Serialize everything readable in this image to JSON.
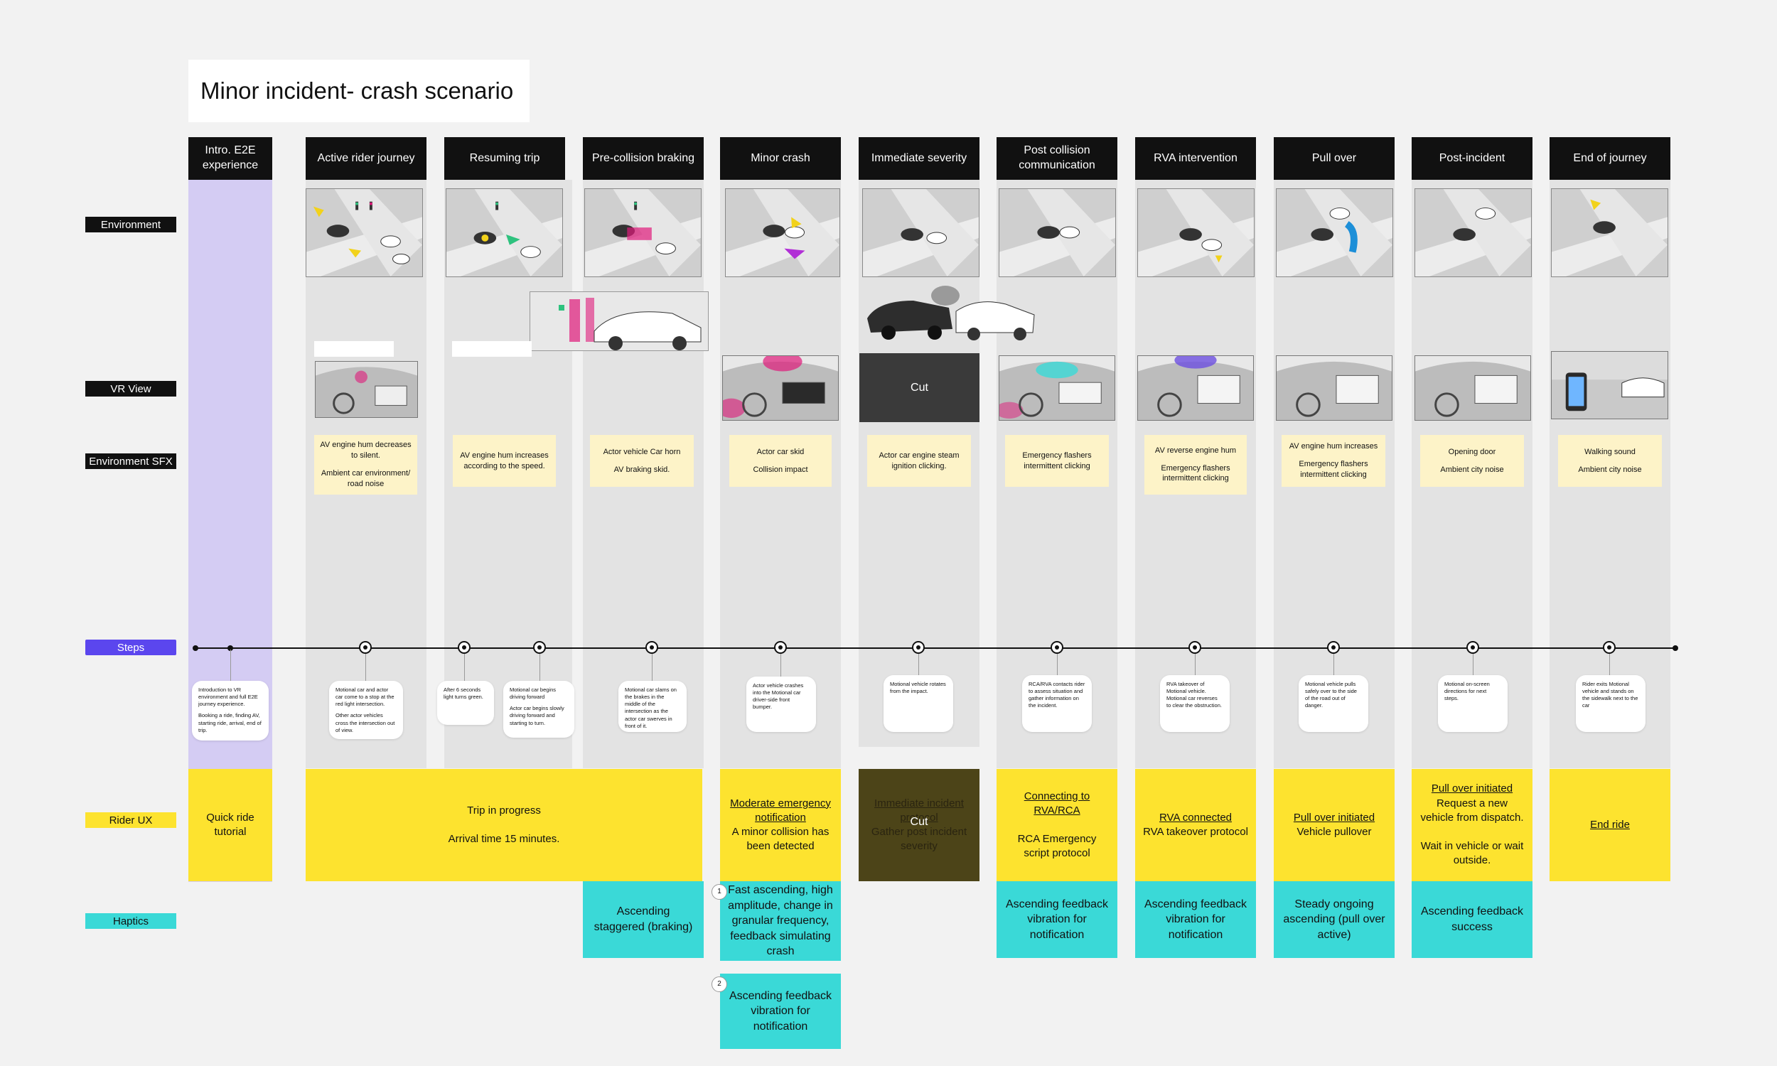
{
  "title": "Minor incident- crash scenario",
  "lanes": {
    "environment": "Environment",
    "vr_view": "VR View",
    "environment_sfx": "Environment SFX",
    "steps": "Steps",
    "rider_ux": "Rider UX",
    "haptics": "Haptics"
  },
  "colors": {
    "background": "#f2f2f2",
    "header_bg": "#111111",
    "intro_column": "#d4ccf3",
    "column_bg": "#e3e3e3",
    "sfx_note": "#fdf3c8",
    "steps_label": "#5b46ee",
    "rider_ux": "#fde32f",
    "haptics": "#3ad9d7",
    "accent_yellow": "#f2d21b",
    "accent_green": "#2ec27e",
    "accent_magenta": "#e0197a",
    "accent_blue": "#1d8fd8"
  },
  "columns": [
    {
      "header": "Intro. E2E experience"
    },
    {
      "header": "Active rider journey"
    },
    {
      "header": "Resuming trip"
    },
    {
      "header": "Pre-collision braking"
    },
    {
      "header": "Minor crash"
    },
    {
      "header": "Immediate severity"
    },
    {
      "header": "Post collision communication"
    },
    {
      "header": "RVA intervention"
    },
    {
      "header": "Pull over"
    },
    {
      "header": "Post-incident"
    },
    {
      "header": "End of journey"
    }
  ],
  "vr_cut_label": "Cut",
  "sfx": [
    {
      "line1": "AV engine hum decreases to silent.",
      "line2": "Ambient car environment/ road noise"
    },
    {
      "line1": "AV engine hum increases according to the speed.",
      "line2": ""
    },
    {
      "line1": "Actor vehicle Car horn",
      "line2": "AV braking skid."
    },
    {
      "line1": "Actor car skid",
      "line2": "Collision impact"
    },
    {
      "line1": "Actor car engine steam ignition clicking.",
      "line2": ""
    },
    {
      "line1": "Emergency flashers intermittent clicking",
      "line2": ""
    },
    {
      "line1": "AV reverse engine hum",
      "line2": "Emergency flashers intermittent clicking"
    },
    {
      "line1": "AV engine hum increases",
      "line2": "Emergency flashers intermittent clicking"
    },
    {
      "line1": "Opening door",
      "line2": "Ambient city noise"
    },
    {
      "line1": "Walking sound",
      "line2": "Ambient city noise"
    }
  ],
  "steps": [
    {
      "p1": "Introduction to VR environment and full E2E journey experience.",
      "p2": "Booking a ride, finding AV, starting ride, arrival, end of trip."
    },
    {
      "p1": "Motional car and actor car come to a stop at the red light intersection.",
      "p2": "Other actor vehicles cross the intersection out of view."
    },
    {
      "p1": "After 6 seconds light turns green.",
      "p2": ""
    },
    {
      "p1": "Motional car begins driving forward",
      "p2": "Actor car begins slowly driving forward and starting to turn."
    },
    {
      "p1": "Motional car slams on the brakes in the middle of the intersection as the actor car swerves in front of it.",
      "p2": ""
    },
    {
      "p1": "Actor vehicle crashes into the Motional car driver-side front bumper.",
      "p2": ""
    },
    {
      "p1": "Motional vehicle rotates from the impact.",
      "p2": ""
    },
    {
      "p1": "RCA/RVA contacts rider to assess situation and gather information on the incident.",
      "p2": ""
    },
    {
      "p1": "RVA takeover of Motional vehicle. Motional car reverses to clear the obstruction.",
      "p2": ""
    },
    {
      "p1": "Motional vehicle pulls safely over to the side of the road out of danger.",
      "p2": ""
    },
    {
      "p1": "Motional on-screen directions for next steps.",
      "p2": ""
    },
    {
      "p1": "Rider exits Motional vehicle and stands on the sidewalk next to the car",
      "p2": ""
    }
  ],
  "rider_ux": [
    {
      "link": "",
      "text": "Quick ride tutorial",
      "text2": ""
    },
    {
      "link": "",
      "text": "Trip in progress",
      "text2": "Arrival time 15 minutes."
    },
    {
      "link": "Moderate emergency notification",
      "text": "A minor collision has been detected",
      "text2": ""
    },
    {
      "link": "Immediate incident protocol",
      "text": "Gather post incident severity",
      "text2": "",
      "overlay": "Cut"
    },
    {
      "link": "Connecting to RVA/RCA",
      "text": "RCA Emergency script protocol",
      "text2": ""
    },
    {
      "link": "RVA connected",
      "text": "RVA takeover protocol",
      "text2": ""
    },
    {
      "link": "Pull over initiated",
      "text": "Vehicle pullover",
      "text2": ""
    },
    {
      "link": "Pull over initiated",
      "text": "Request a new vehicle from dispatch.",
      "text2": "Wait in vehicle or wait outside."
    },
    {
      "link": "End ride",
      "text": "",
      "text2": ""
    }
  ],
  "haptics": [
    {
      "text": "Ascending staggered (braking)"
    },
    {
      "num": "1",
      "text": "Fast ascending, high amplitude, change in granular frequency, feedback simulating crash"
    },
    {
      "num": "2",
      "text": "Ascending feedback vibration for notification"
    },
    {
      "text": "Ascending feedback vibration for notification"
    },
    {
      "text": "Ascending feedback vibration for notification"
    },
    {
      "text": "Steady ongoing ascending (pull over active)"
    },
    {
      "text": "Ascending feedback success"
    }
  ]
}
